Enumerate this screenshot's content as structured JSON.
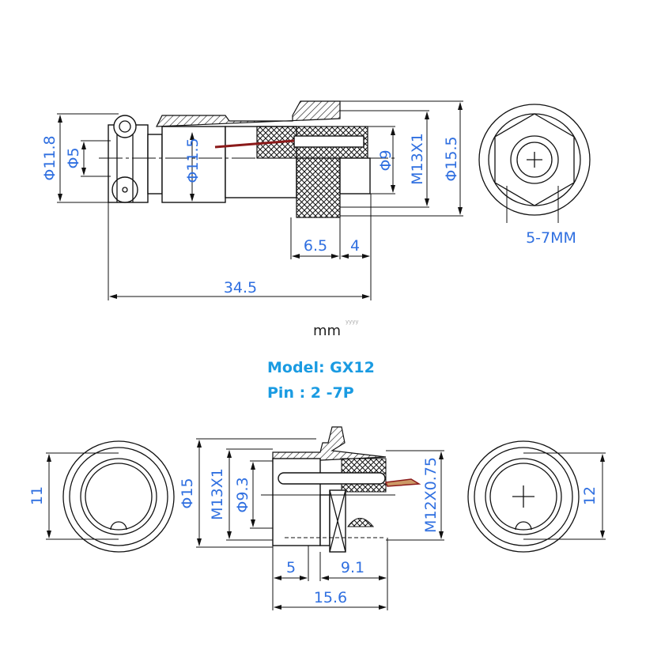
{
  "top_view": {
    "dims": {
      "d_outer_clamp": "Φ11.8",
      "d_cable": "Φ5",
      "d_body": "Φ11.5",
      "d_inner": "Φ9",
      "thread": "M13X1",
      "d_nut": "Φ15.5",
      "nut_len": "6.5",
      "tip_len": "4",
      "total_len": "34.5"
    },
    "end_view_label": "5-7MM"
  },
  "unit": "mm",
  "unit_watermark": "yyyy",
  "model_label": "Model: GX12",
  "pin_label": "Pin : 2 -7P",
  "bottom_view": {
    "left_dim": "11",
    "right_dim": "12",
    "dims": {
      "d_flange": "Φ15",
      "thread": "M13X1",
      "d_inner": "Φ9.3",
      "rear_thread": "M12X0.75",
      "front_len": "5",
      "rear_len": "9.1",
      "total_len": "15.6"
    }
  },
  "colors": {
    "dimension": "#2f6fe0",
    "model": "#1a9be2"
  }
}
